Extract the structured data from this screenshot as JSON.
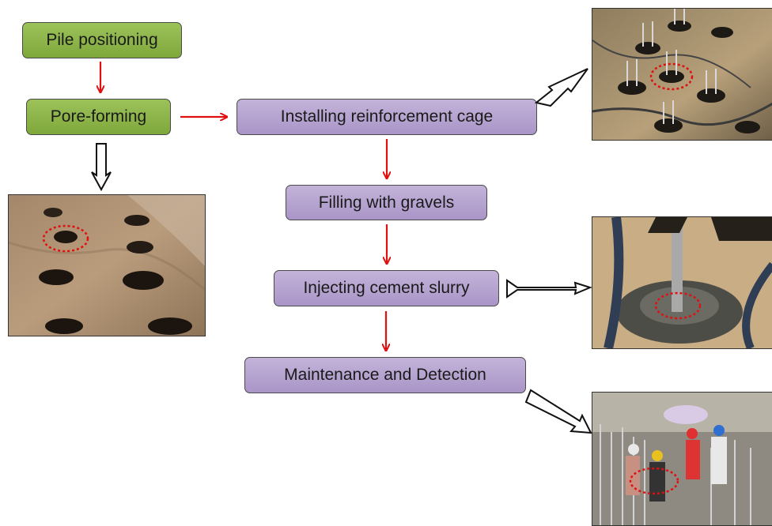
{
  "steps": {
    "pile_positioning": "Pile positioning",
    "pore_forming": "Pore-forming",
    "installing_cage": "Installing reinforcement cage",
    "filling_gravels": "Filling with gravels",
    "injecting_slurry": "Injecting cement slurry",
    "maintenance_detection": "Maintenance and Detection"
  },
  "colors": {
    "green_box": "#8db64a",
    "purple_box": "#b5a5d1",
    "flow_arrow": "#e01010",
    "highlight_circle": "#e01010"
  }
}
